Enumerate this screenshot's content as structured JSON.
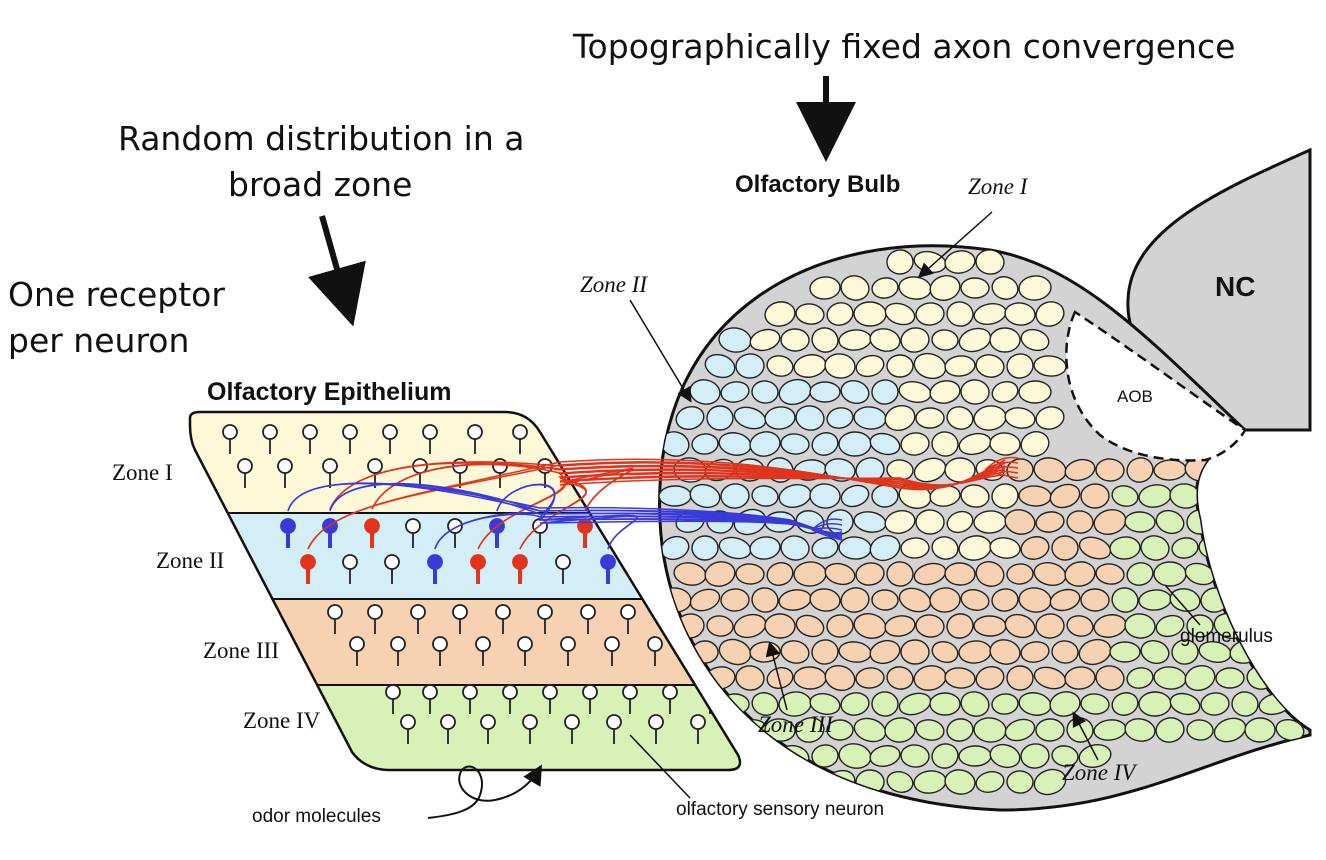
{
  "captions": {
    "top": "Topographically fixed axon convergence",
    "random_line1": "Random distribution in a",
    "random_line2": "broad zone",
    "one_receptor_line1": "One receptor",
    "one_receptor_line2": "per neuron"
  },
  "epithelium": {
    "title": "Olfactory Epithelium",
    "zones": [
      "Zone I",
      "Zone II",
      "Zone III",
      "Zone IV"
    ]
  },
  "bulb": {
    "title": "Olfactory Bulb",
    "zones": [
      "Zone I",
      "Zone II",
      "Zone III",
      "Zone IV"
    ]
  },
  "labels": {
    "nc": "NC",
    "aob": "AOB",
    "glomerulus": "glomerulus",
    "odor": "odor molecules",
    "osn": "olfactory sensory neuron"
  },
  "colors": {
    "zone1": "#fcf8d8",
    "zone2": "#d4eef7",
    "zone3": "#f6d2b3",
    "zone4": "#d8f1b6",
    "bulb": "#d3d3d3",
    "red_axon": "#e0341c",
    "blue_axon": "#3a3ad8"
  }
}
